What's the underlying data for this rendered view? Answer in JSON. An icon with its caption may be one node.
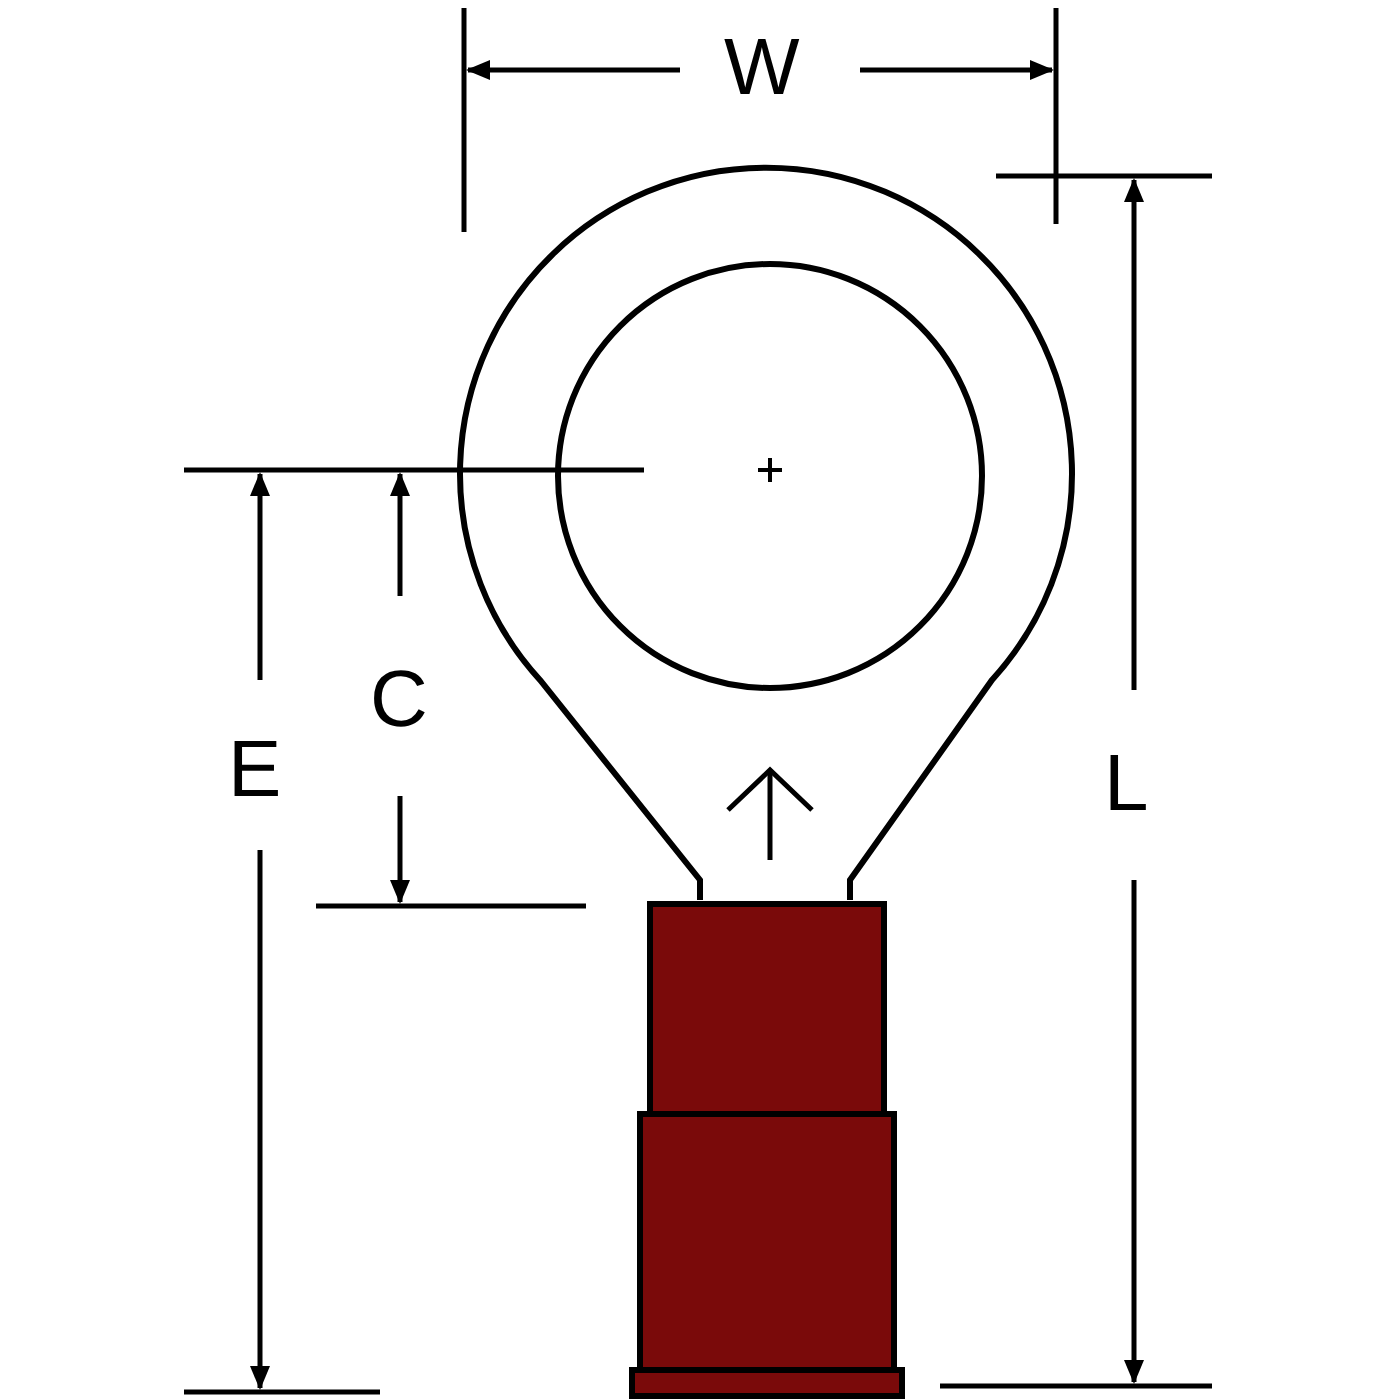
{
  "diagram": {
    "labels": [
      "W",
      "C",
      "E",
      "L"
    ]
  }
}
